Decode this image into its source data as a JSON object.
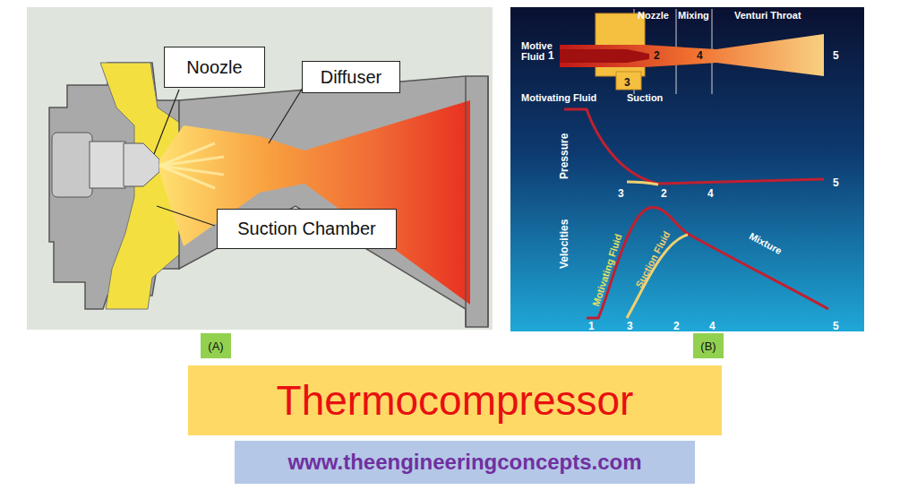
{
  "diagram": {
    "nodes": [
      {
        "text": [
          "Noozle"
        ]
      },
      {
        "text": [
          "Diffuser"
        ]
      },
      {
        "text": [
          "Suction Chamber"
        ]
      },
      {
        "text": [
          "(A)"
        ]
      },
      {
        "text": [
          "(B)"
        ]
      },
      {
        "text": [
          "Thermocompressor"
        ]
      },
      {
        "text": [
          "www.theengineeringconcepts.com"
        ]
      }
    ],
    "labels": [
      "Nozzle",
      "Mixing",
      "Venturi Throat",
      "Motive Fluid",
      "1",
      "2",
      "4",
      "5",
      "3",
      "Motivating Fluid",
      "Suction",
      "Pressure",
      "3",
      "2",
      "4",
      "5",
      "Velocities",
      "Motivating Fluid",
      "Suction Fluid",
      "Mixture",
      "1",
      "3",
      "2",
      "4",
      "5"
    ]
  }
}
